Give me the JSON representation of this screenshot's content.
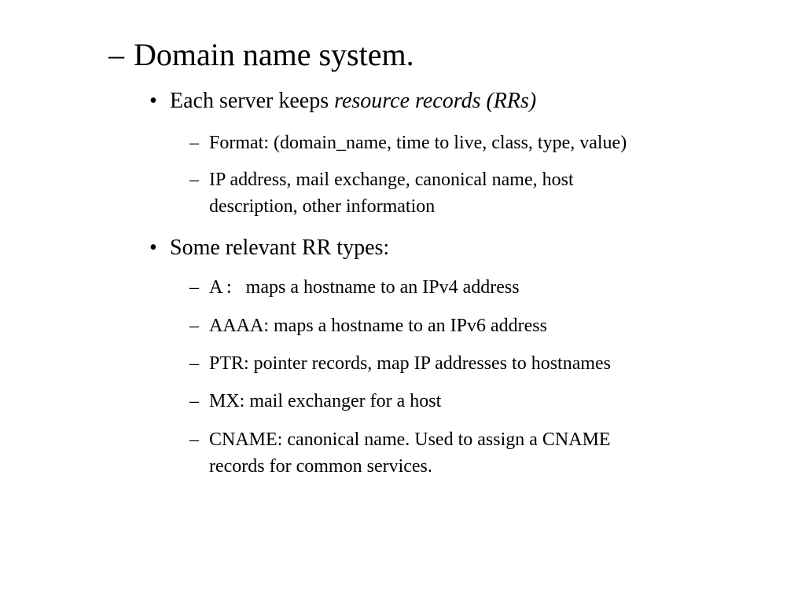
{
  "heading": {
    "marker": "–",
    "text": "Domain name system."
  },
  "bullets": [
    {
      "marker": "•",
      "text": "Each server keeps ",
      "emphasis": "resource records (RRs)",
      "subitems": [
        {
          "marker": "–",
          "lines": [
            "Format:  (domain_name, time to live, class, type, value)"
          ]
        },
        {
          "marker": "–",
          "lines": [
            "IP address, mail exchange, canonical name, host",
            "description, other information"
          ]
        }
      ]
    },
    {
      "marker": "•",
      "text": "Some relevant RR types:",
      "subitems": [
        {
          "marker": "–",
          "lines": [
            "A :   maps a hostname to an IPv4 address"
          ]
        },
        {
          "marker": "–",
          "lines": [
            "AAAA: maps a hostname to an IPv6 address"
          ]
        },
        {
          "marker": "–",
          "lines": [
            "PTR: pointer records, map IP addresses to hostnames"
          ]
        },
        {
          "marker": "–",
          "lines": [
            "MX: mail exchanger for a host"
          ]
        },
        {
          "marker": "–",
          "lines": [
            "CNAME: canonical name. Used to assign a CNAME",
            "records for common services."
          ]
        }
      ]
    }
  ]
}
